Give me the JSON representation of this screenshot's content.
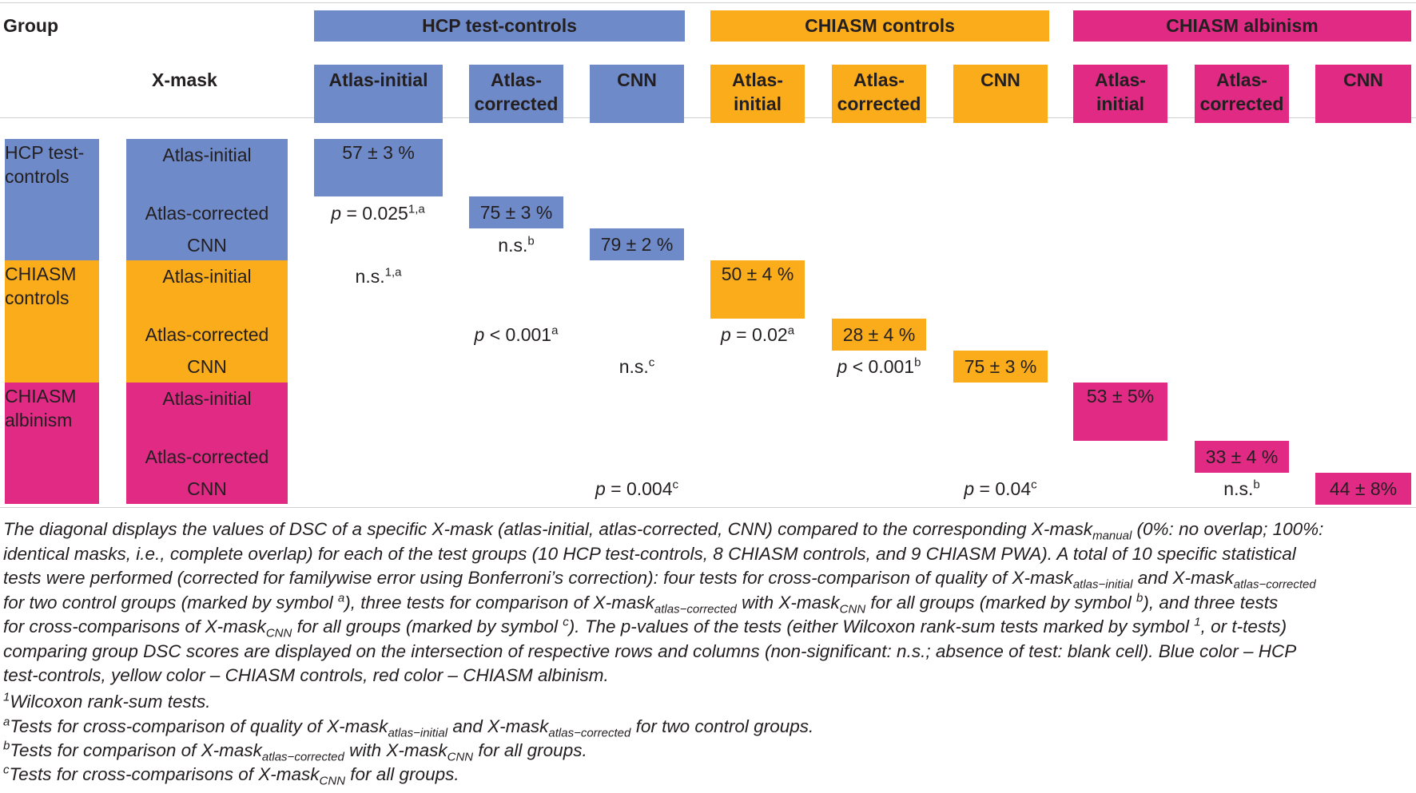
{
  "colors": {
    "blue": "#6f8ac8",
    "yellow": "#fbac1b",
    "pink": "#e02a84",
    "text": "#231f20"
  },
  "header": {
    "group_label": "Group",
    "xmask_label": "X-mask",
    "groups": [
      "HCP test-controls",
      "CHIASM controls",
      "CHIASM albinism"
    ],
    "col_atlas_initial": "Atlas-initial",
    "col_atlas_initial_1": "Atlas-",
    "col_atlas_initial_2": "initial",
    "col_atlas_corrected_1": "Atlas-",
    "col_atlas_corrected_2": "corrected",
    "col_cnn": "CNN"
  },
  "rows": {
    "groups": [
      {
        "line1": "HCP test-",
        "line2": "controls"
      },
      {
        "line1": "CHIASM",
        "line2": "controls"
      },
      {
        "line1": "CHIASM",
        "line2": "albinism"
      }
    ],
    "masks": [
      "Atlas-initial",
      "Atlas-corrected",
      "CNN"
    ]
  },
  "cells": {
    "hcp_ai": "57 ± 3 %",
    "hcp_ac": "75 ± 3 %",
    "hcp_cnn": "79 ± 2 %",
    "ch_ai": "50 ± 4 %",
    "ch_ac": "28 ± 4 %",
    "ch_cnn": "75 ± 3 %",
    "alb_ai": "53 ± 5%",
    "alb_ac": "33 ± 4 %",
    "alb_cnn": "44 ± 8%",
    "p_hcp_ai_ac": {
      "p": "p",
      "rest": " = 0.025",
      "sup": "1,a"
    },
    "p_hcp_ac_cnn": {
      "text": "n.s.",
      "sup": "b"
    },
    "p_ai_hcp_ch": {
      "text": "n.s.",
      "sup": "1,a"
    },
    "p_ac_hcp_ch": {
      "p": "p",
      "rest": " < 0.001",
      "sup": "a"
    },
    "p_cnn_hcp_ch": {
      "text": "n.s.",
      "sup": "c"
    },
    "p_ch_ai_ac": {
      "p": "p",
      "rest": " = 0.02",
      "sup": "a"
    },
    "p_ch_ac_cnn": {
      "p": "p",
      "rest": " < 0.001",
      "sup": "b"
    },
    "p_cnn_hcp_alb": {
      "p": "p",
      "rest": " = 0.004",
      "sup": "c"
    },
    "p_cnn_ch_alb": {
      "p": "p",
      "rest": " = 0.04",
      "sup": "c"
    },
    "p_alb_ac_cnn": {
      "text": "n.s.",
      "sup": "b"
    }
  },
  "footnote": {
    "l1a": "The diagonal displays the values of DSC of a specific X-mask (atlas-initial, atlas-corrected, CNN) compared to the corresponding X-mask",
    "l1sub": "manual",
    "l1b": " (0%: no overlap; 100%:",
    "l2": "identical masks, i.e., complete overlap) for each of the test groups (10 HCP test-controls, 8 CHIASM controls, and 9 CHIASM PWA). A total of 10 specific statistical",
    "l3a": "tests were performed (corrected for familywise error using Bonferroni’s correction): four tests for cross-comparison of quality of X-mask",
    "l3sub1": "atlas−initial",
    "l3b": " and X-mask",
    "l3sub2": "atlas−corrected",
    "l4a": "for two control groups (marked by symbol ",
    "l4sup1": "a",
    "l4b": "), three tests for comparison of X-mask",
    "l4sub1": "atlas−corrected",
    "l4c": " with X-mask",
    "l4sub2": "CNN",
    "l4d": " for all groups (marked by symbol ",
    "l4sup2": "b",
    "l4e": "), and three tests",
    "l5a": "for cross-comparisons of X-mask",
    "l5sub": "CNN",
    "l5b": " for all groups (marked by symbol ",
    "l5sup": "c",
    "l5c": "). The p-values of the tests (either Wilcoxon rank-sum tests marked by symbol ",
    "l5sup2": "1",
    "l5d": ", or t-tests)",
    "l6": "comparing group DSC scores are displayed on the intersection of respective rows and columns (non-significant: n.s.; absence of test: blank cell). Blue color – HCP",
    "l7": "test-controls, yellow color – CHIASM controls, red color – CHIASM albinism.",
    "n1sup": "1",
    "n1": "Wilcoxon rank-sum tests.",
    "na_sup": "a",
    "na1": "Tests for cross-comparison of quality of X-mask",
    "na_sub1": "atlas−initial",
    "na2": " and X-mask",
    "na_sub2": "atlas−corrected",
    "na3": " for two control groups.",
    "nb_sup": "b",
    "nb1": "Tests for comparison of X-mask",
    "nb_sub1": "atlas−corrected",
    "nb2": " with X-mask",
    "nb_sub2": "CNN",
    "nb3": " for all groups.",
    "nc_sup": "c",
    "nc1": "Tests for cross-comparisons of X-mask",
    "nc_sub": "CNN",
    "nc2": " for all groups."
  }
}
